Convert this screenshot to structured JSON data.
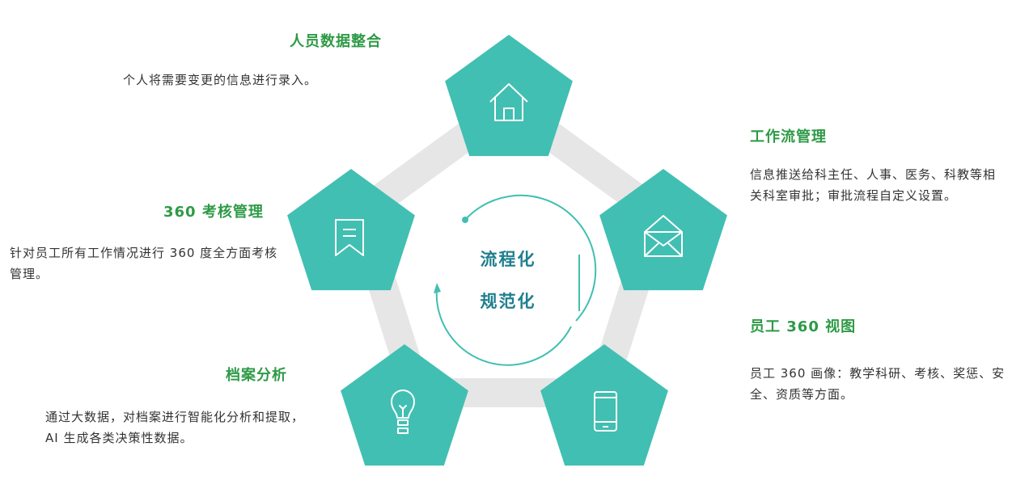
{
  "colors": {
    "pentagon": "#41bfb2",
    "ring": "#e6e6e6",
    "title": "#2e9a46",
    "center_text": "#1f7f8f",
    "body_text": "#333333",
    "icon_stroke": "#ffffff"
  },
  "center": {
    "line1": "流程化",
    "line2": "规范化"
  },
  "nodes": [
    {
      "icon": "house-icon",
      "title": "人员数据整合",
      "description": "个人将需要变更的信息进行录入。"
    },
    {
      "icon": "envelope-icon",
      "title": "工作流管理",
      "description": "信息推送给科主任、人事、医务、科教等相关科室审批；审批流程自定义设置。"
    },
    {
      "icon": "mobile-phone-icon",
      "title": "员工 360 视图",
      "description": "员工 360 画像：教学科研、考核、奖惩、安全、资质等方面。"
    },
    {
      "icon": "lightbulb-icon",
      "title": "档案分析",
      "description": "通过大数据，对档案进行智能化分析和提取，AI 生成各类决策性数据。"
    },
    {
      "icon": "bookmark-icon",
      "title": "360 考核管理",
      "description": "针对员工所有工作情况进行 360 度全方面考核管理。"
    }
  ]
}
